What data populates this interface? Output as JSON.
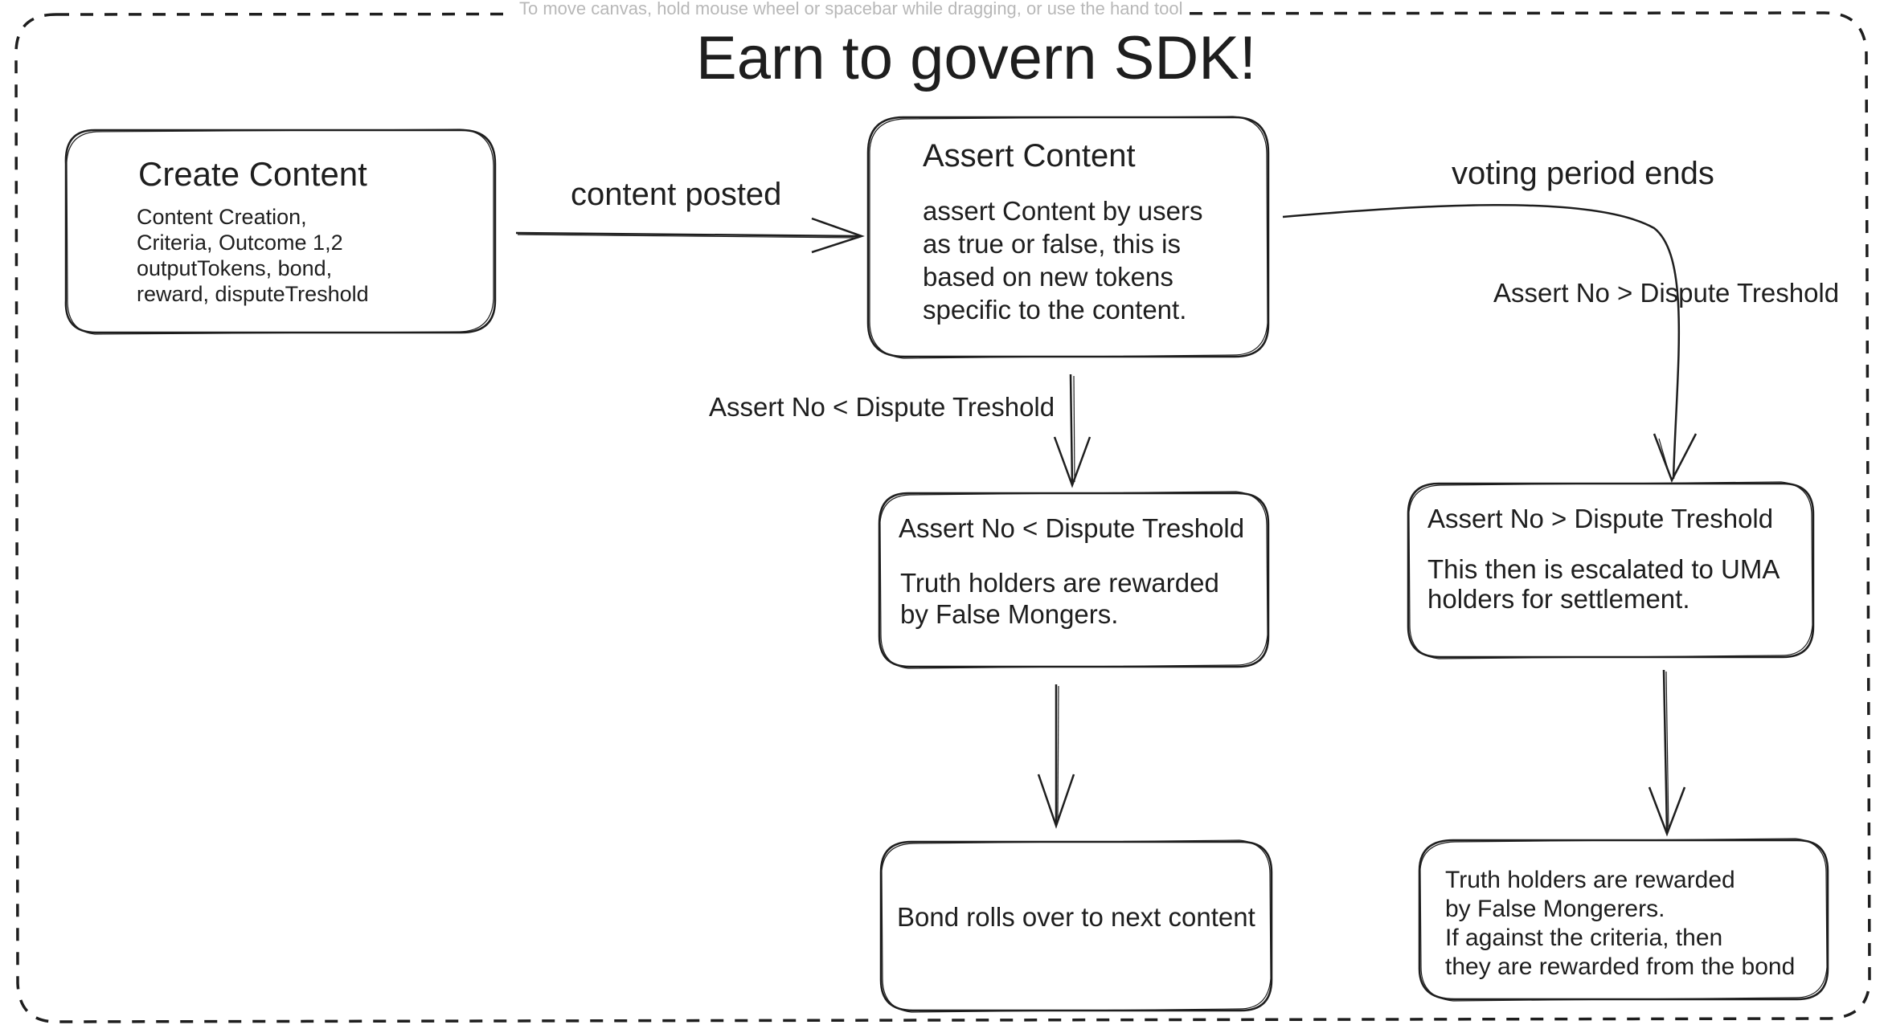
{
  "canvas_hint": "To move canvas, hold mouse wheel or spacebar while dragging, or use the hand tool",
  "title": "Earn to govern SDK!",
  "nodes": {
    "create_content": {
      "heading": "Create Content",
      "body": "Content Creation,\nCriteria, Outcome 1,2\noutputTokens, bond,\nreward, disputeTreshold"
    },
    "assert_content": {
      "heading": "Assert Content",
      "body": "assert Content by users\nas true or false, this is\nbased on new tokens\nspecific to the content."
    },
    "assert_below": {
      "heading": "Assert No < Dispute Treshold",
      "body": "Truth holders are rewarded\nby False Mongers."
    },
    "assert_above": {
      "heading": "Assert No > Dispute Treshold",
      "body": "This then is escalated to UMA\nholders for settlement."
    },
    "bond_rolls": {
      "body": "Bond rolls over to next content"
    },
    "truth_rewarded": {
      "body": "Truth holders are rewarded\nby False Mongerers.\nIf against the criteria, then\nthey are rewarded from the bond"
    }
  },
  "edges": {
    "content_posted": "content posted",
    "voting_period_ends": "voting period ends",
    "below_threshold": "Assert No < Dispute Treshold",
    "above_threshold": "Assert No > Dispute Treshold"
  },
  "colors": {
    "stroke": "#1e1e1e",
    "background": "#ffffff",
    "hint": "#b8b8b8"
  }
}
